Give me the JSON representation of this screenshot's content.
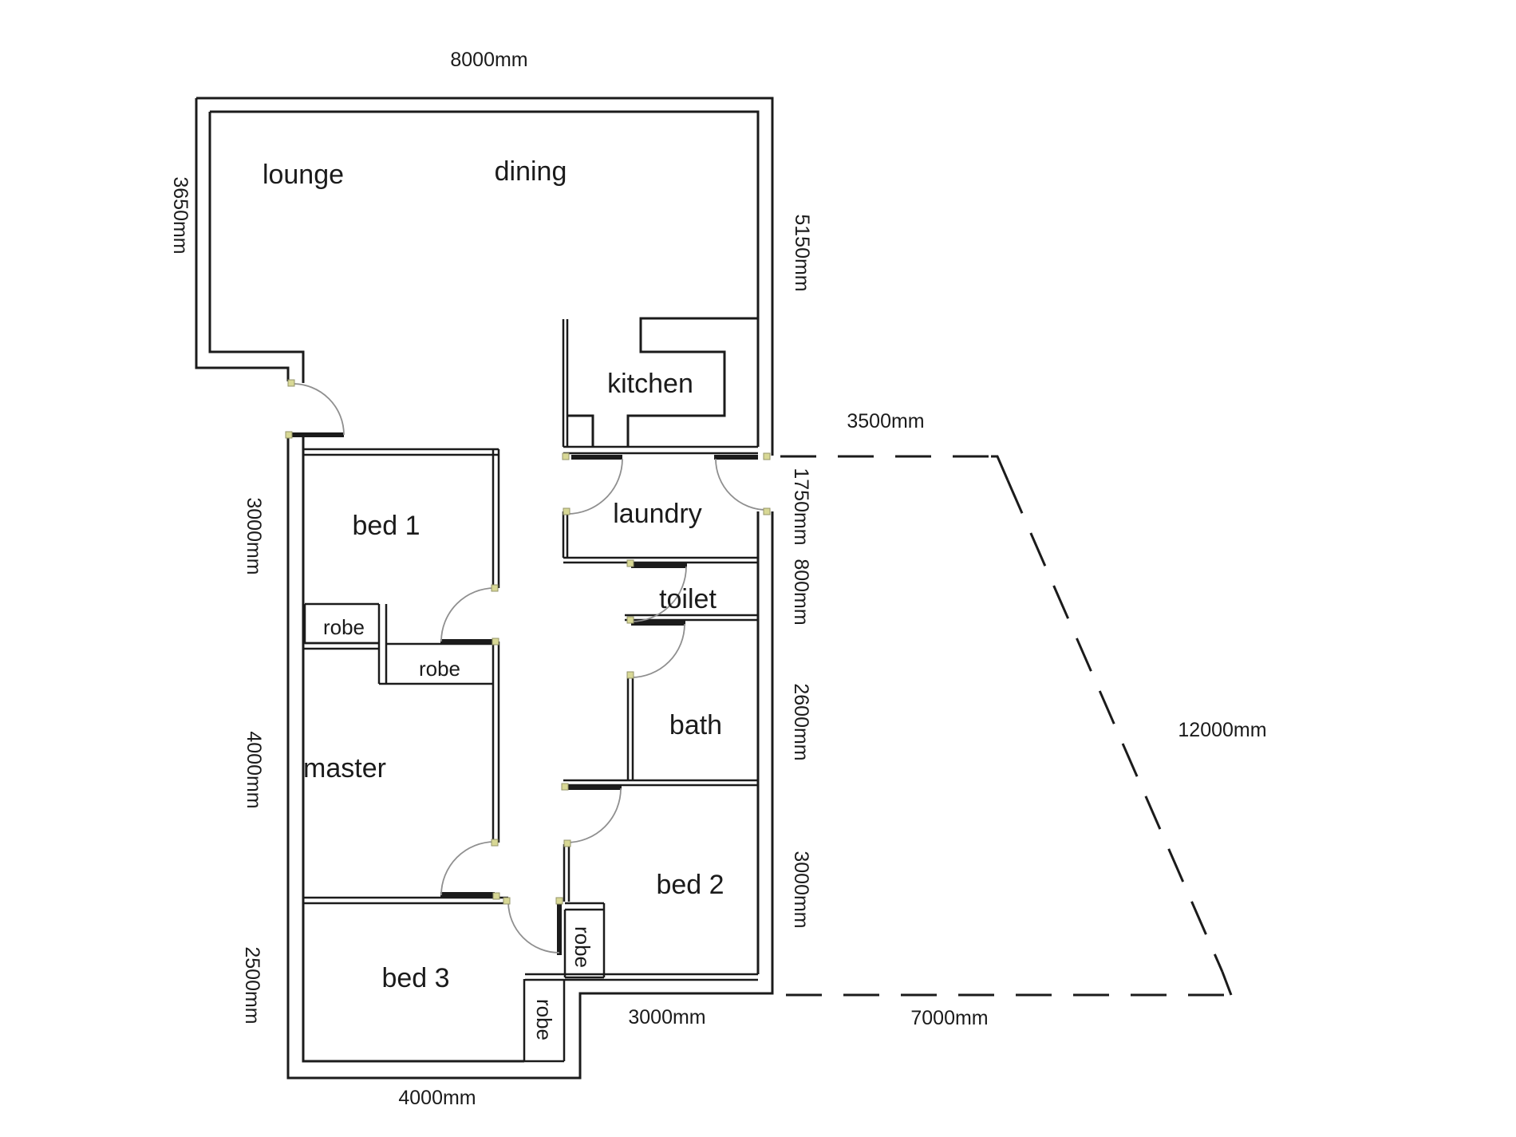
{
  "title": "floor plan",
  "colors": {
    "background": "#ffffff",
    "wall": "#1b1b1b",
    "door_arc": "#8f8f8f",
    "jamb_marker_fill": "#d8d895",
    "jamb_marker_stroke": "#94946a"
  },
  "rooms": {
    "lounge": "lounge",
    "dining": "dining",
    "kitchen": "kitchen",
    "laundry": "laundry",
    "toilet": "toilet",
    "bath": "bath",
    "bed1": "bed 1",
    "master": "master",
    "bed2": "bed 2",
    "bed3": "bed 3"
  },
  "robes": {
    "bed1": "robe",
    "master": "robe",
    "bed2": "robe",
    "bed3": "robe"
  },
  "dims": {
    "top": "8000mm",
    "lounge_left": "3650mm",
    "bed1_left": "3000mm",
    "master_left": "4000mm",
    "bed3_left": "2500mm",
    "dining_right": "5150mm",
    "laundry_right": "1750mm",
    "toilet_right": "800mm",
    "bath_right": "2600mm",
    "bed2_right": "3000mm",
    "site_top": "3500mm",
    "site_diagonal": "12000mm",
    "bed2_bottom": "3000mm",
    "site_bottom": "7000mm",
    "bed3_bottom": "4000mm"
  }
}
